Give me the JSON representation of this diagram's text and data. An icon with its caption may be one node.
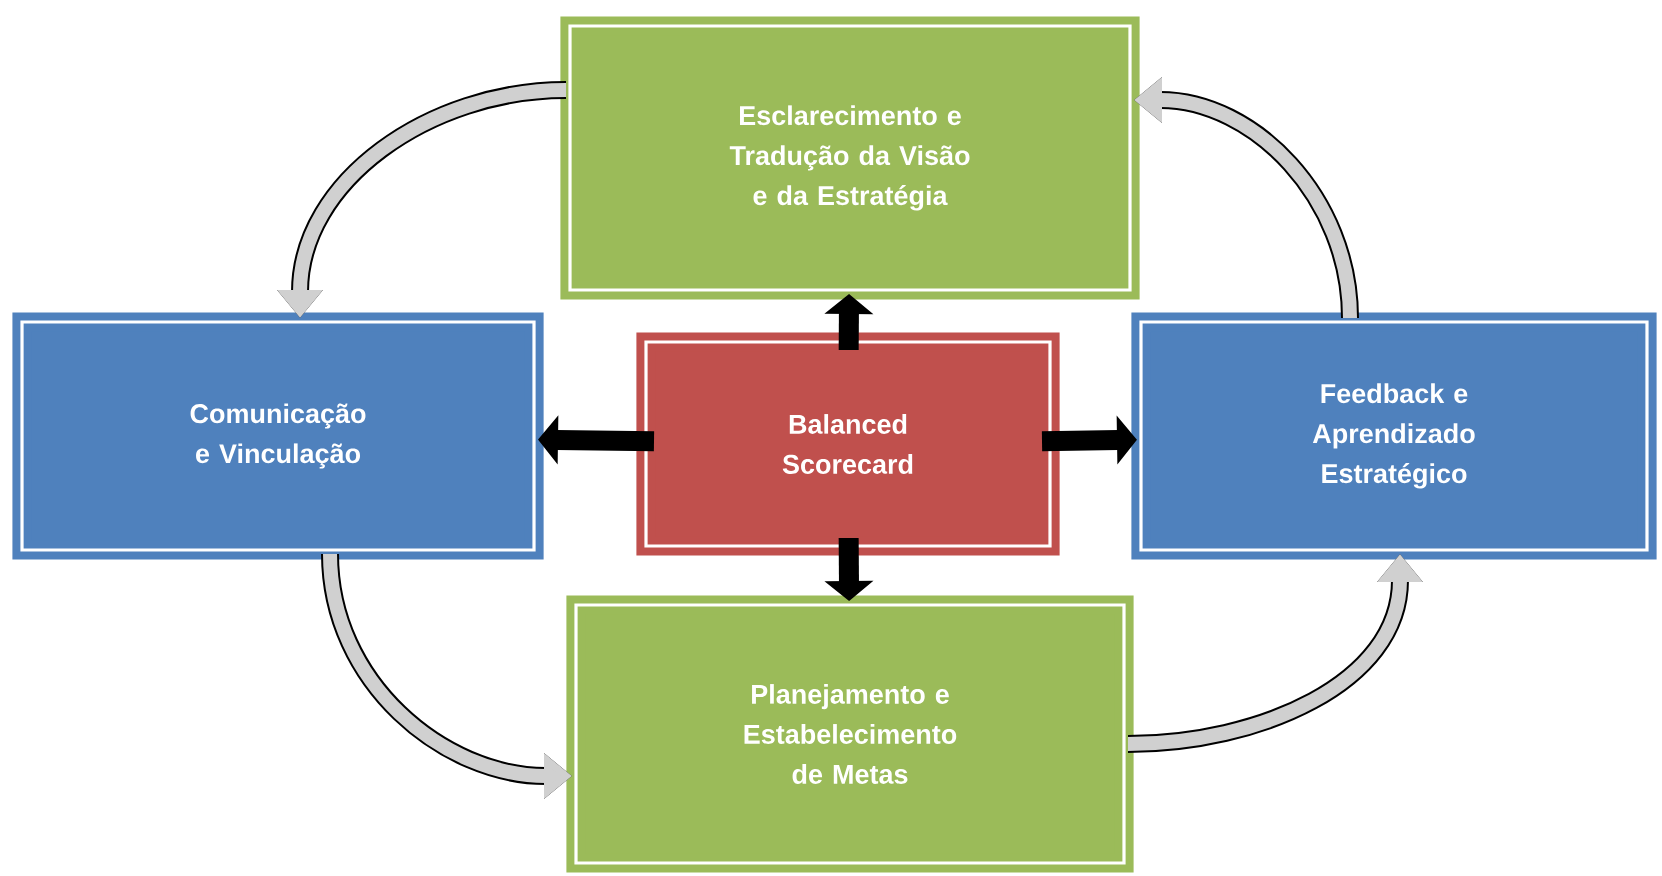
{
  "diagram": {
    "nodes": [
      {
        "text": [
          "Esclarecimento e Tradução da Visão e da Estratégia"
        ]
      },
      {
        "text": [
          "Comunicação e Vinculação"
        ]
      },
      {
        "text": [
          "Balanced Scorecard"
        ]
      },
      {
        "text": [
          "Feedback e Aprendizado Estratégico"
        ]
      },
      {
        "text": [
          "Planejamento e Estabelecimento de Metas"
        ]
      }
    ],
    "edges": [
      {
        "from": 2,
        "to": 0,
        "arrow": "to"
      },
      {
        "from": 2,
        "to": 1,
        "arrow": "to"
      },
      {
        "from": 2,
        "to": 3,
        "arrow": "to"
      },
      {
        "from": 2,
        "to": 4,
        "arrow": "to"
      },
      {
        "from": 0,
        "to": 1,
        "arrow": "to"
      },
      {
        "from": 1,
        "to": 4,
        "arrow": "to"
      },
      {
        "from": 4,
        "to": 3,
        "arrow": "to"
      },
      {
        "from": 3,
        "to": 0,
        "arrow": "to"
      }
    ]
  }
}
